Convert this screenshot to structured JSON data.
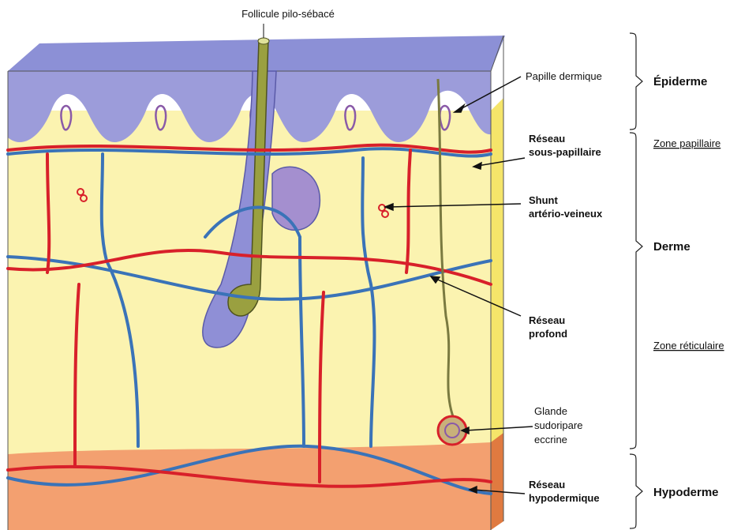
{
  "diagram": {
    "labels": {
      "follicle": "Follicule pilo-sébacé",
      "dermal_papilla": "Papille dermique",
      "subpapillary_1": "Réseau",
      "subpapillary_2": "sous-papillaire",
      "shunt_1": "Shunt",
      "shunt_2": "artério-veineux",
      "deep_1": "Réseau",
      "deep_2": "profond",
      "gland_1": "Glande",
      "gland_2": "sudoripare",
      "gland_3": "eccrine",
      "hypodermic_1": "Réseau",
      "hypodermic_2": "hypodermique"
    },
    "layers": {
      "epidermis": "Épiderme",
      "papillary_zone": "Zone papillaire",
      "dermis": "Derme",
      "reticular_zone": "Zone réticulaire",
      "hypodermis": "Hypoderme"
    },
    "colors": {
      "epidermis": "#8f8fcf",
      "dermis": "#fbf3b0",
      "hypodermis": "#f39a6a",
      "artery": "#d8202a",
      "vein": "#3a73b8",
      "hair": "#9aa040",
      "gland": "#8a5aa8"
    }
  }
}
